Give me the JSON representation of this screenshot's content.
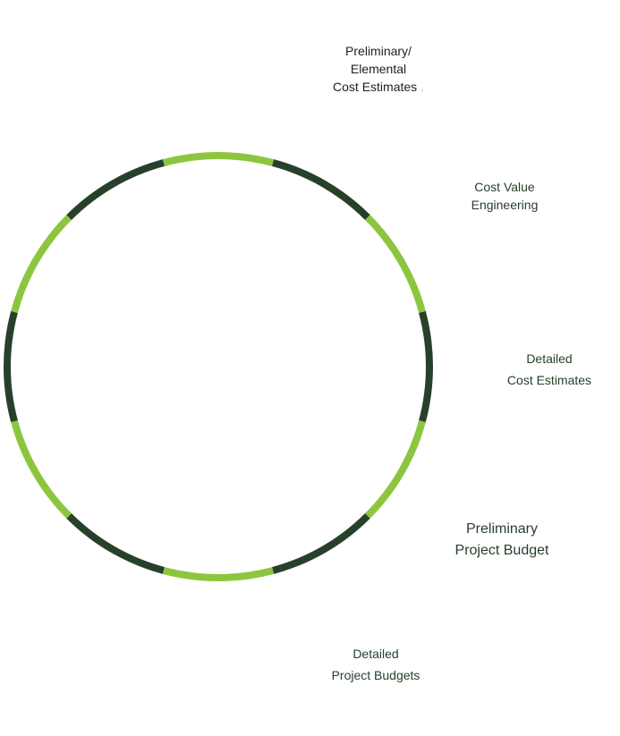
{
  "colors": {
    "light_green": "#8cc63f",
    "dark_green": "#27402a",
    "text_dark": "#1f1f1f"
  },
  "ring": {
    "segment_count": 12,
    "pattern": [
      "light_green",
      "dark_green"
    ]
  },
  "labels": {
    "preliminary_elemental": {
      "line1": "Preliminary/",
      "line2": "Elemental",
      "line3": "Cost Estimates",
      "dot": "."
    },
    "cost_value_engineering": {
      "line1": "Cost Value",
      "line2": "Engineering"
    },
    "detailed_cost_estimates": {
      "line1": "Detailed",
      "line2": "Cost Estimates"
    },
    "preliminary_project_budget": {
      "line1": "Preliminary",
      "line2": "Project Budget"
    },
    "detailed_project_budgets": {
      "line1": "Detailed",
      "line2": "Project Budgets"
    }
  }
}
